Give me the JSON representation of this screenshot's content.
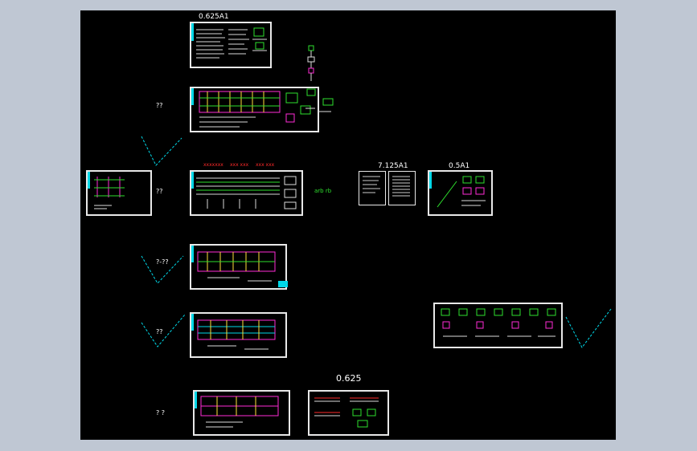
{
  "viewer": {
    "background": "#bfc7d3",
    "canvas_color": "#000000"
  },
  "labels": {
    "scale_0625a1": "0.625A1",
    "scale_7125a1": "7.125A1",
    "scale_05a1": "0.5A1",
    "scale_0625": "0.625",
    "grid_note": "arb rb"
  },
  "question_marks": {
    "q1": "??",
    "q2": "??",
    "q3": "?-??",
    "q4": "??",
    "q5": "?  ?"
  },
  "red_notes": [
    "xxxxxxx",
    "xxx xxx",
    "xxx xxx"
  ],
  "colors": {
    "sheet_border": "#e8e8e8",
    "cyan": "#00d8e8",
    "green": "#2ee02e",
    "magenta": "#ff2bd6",
    "red": "#ff2a2a",
    "yellow": "#ffe13a"
  }
}
